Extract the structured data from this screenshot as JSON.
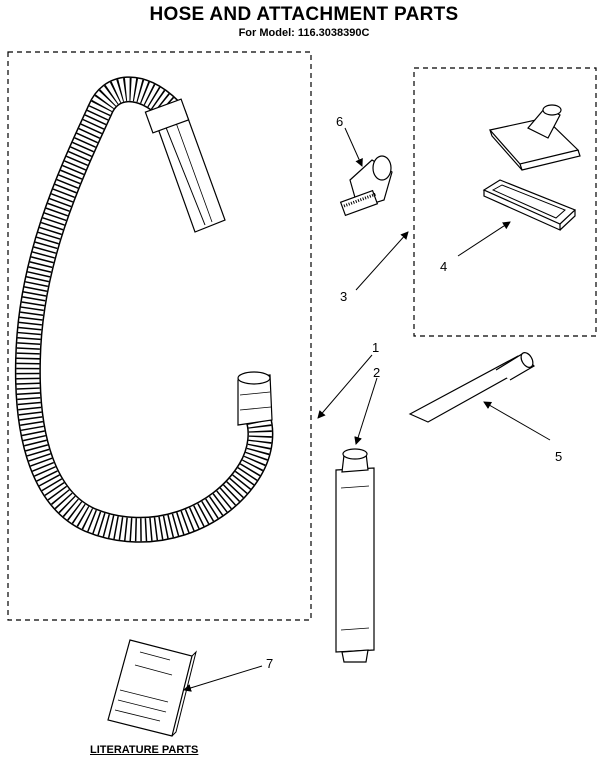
{
  "header": {
    "title": "HOSE AND ATTACHMENT PARTS",
    "subtitle": "For Model: 116.3038390C"
  },
  "footer": {
    "literature_label": "LITERATURE PARTS"
  },
  "callouts": [
    "1",
    "2",
    "3",
    "4",
    "5",
    "6",
    "7"
  ]
}
